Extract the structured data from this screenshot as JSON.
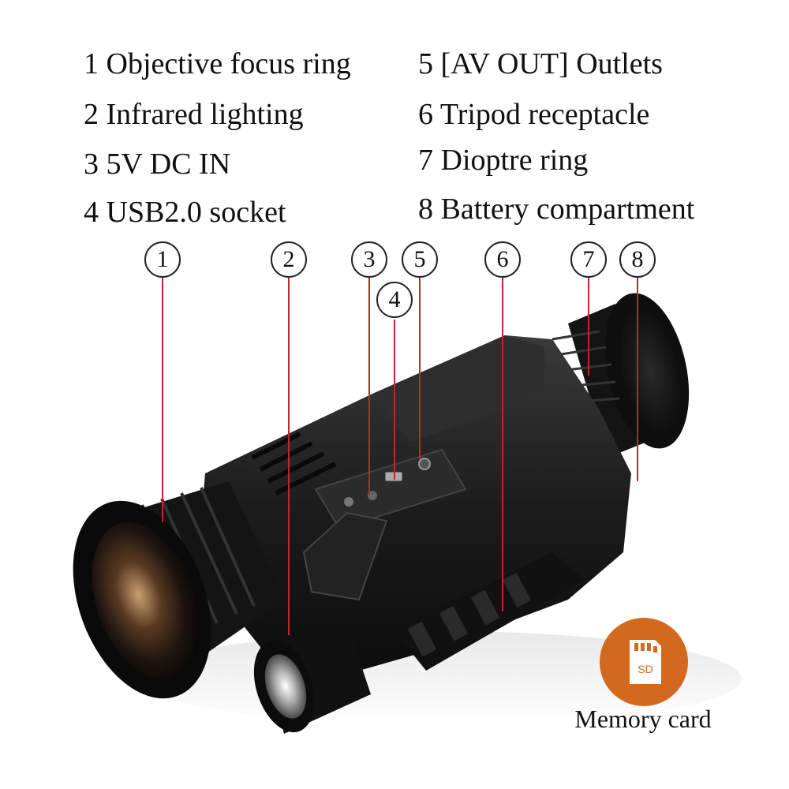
{
  "legend": [
    {
      "num": "1",
      "text": "1 Objective focus ring"
    },
    {
      "num": "2",
      "text": "2 Infrared lighting"
    },
    {
      "num": "3",
      "text": "3 5V DC IN"
    },
    {
      "num": "4",
      "text": "4 USB2.0 socket"
    },
    {
      "num": "5",
      "text": "5 [AV OUT] Outlets"
    },
    {
      "num": "6",
      "text": "6 Tripod receptacle"
    },
    {
      "num": "7",
      "text": "7 Dioptre ring"
    },
    {
      "num": "8",
      "text": "8 Battery compartment"
    }
  ],
  "callouts": [
    "1",
    "2",
    "3",
    "4",
    "5",
    "6",
    "7",
    "8"
  ],
  "memory_card": {
    "icon_text": "SD",
    "label": "Memory card"
  },
  "colors": {
    "leader_line": "#c0262d",
    "badge": "#d2691e",
    "device_body": "#1a1a1a"
  }
}
